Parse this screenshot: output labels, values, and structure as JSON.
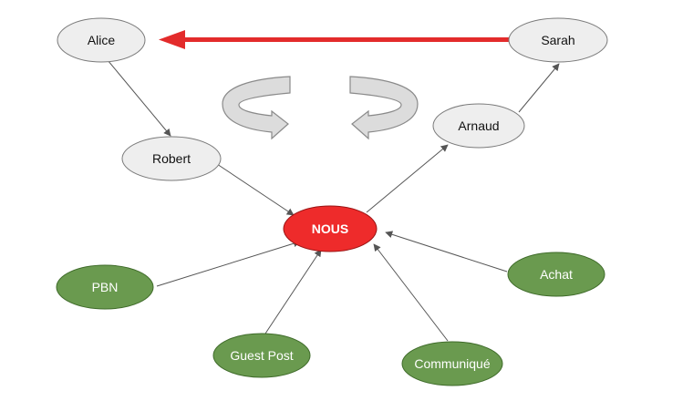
{
  "colors": {
    "gray_fill": "#eeeeee",
    "gray_stroke": "#7a7a7a",
    "green_fill": "#6a9a4f",
    "green_stroke": "#3f6b2a",
    "center_fill": "#ee2b2b",
    "center_stroke": "#9a1414",
    "edge": "#555555",
    "highlight_arrow": "#e32b2b",
    "rotate_icon_fill": "#dcdcdc",
    "rotate_icon_stroke": "#8a8a8a"
  },
  "nodes": {
    "alice": "Alice",
    "sarah": "Sarah",
    "robert": "Robert",
    "arnaud": "Arnaud",
    "nous": "NOUS",
    "pbn": "PBN",
    "achat": "Achat",
    "guest_post": "Guest Post",
    "communique": "Communiqué"
  }
}
